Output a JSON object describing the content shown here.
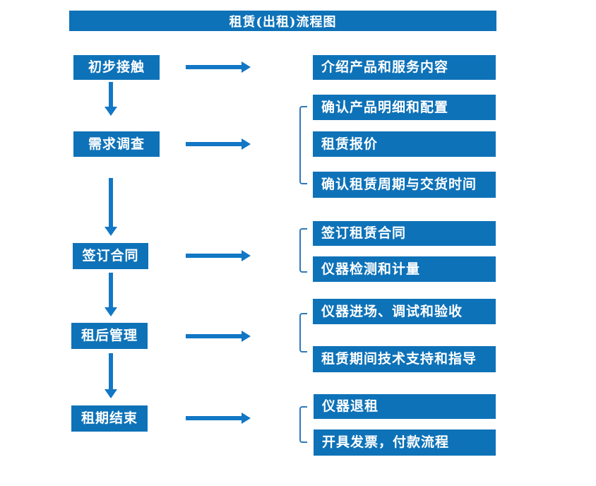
{
  "title": "租赁(出租)流程图",
  "colors": {
    "box_blue": "#0E72B8",
    "arrow_blue": "#1277C4",
    "bracket_blue": "#2E79BA",
    "text_white": "#FFFFFF",
    "page_background": "#FFFFFF"
  },
  "steps": [
    {
      "label": "初步接触",
      "outputs": [
        "介绍产品和服务内容"
      ]
    },
    {
      "label": "需求调查",
      "outputs": [
        "确认产品明细和配置",
        "租赁报价",
        "确认租赁周期与交货时间"
      ]
    },
    {
      "label": "签订合同",
      "outputs": [
        "签订租赁合同",
        "仪器检测和计量"
      ]
    },
    {
      "label": "租后管理",
      "outputs": [
        "仪器进场、调试和验收",
        "租赁期间技术支持和指导"
      ]
    },
    {
      "label": "租期结束",
      "outputs": [
        "仪器退租",
        "开具发票，付款流程"
      ]
    }
  ]
}
